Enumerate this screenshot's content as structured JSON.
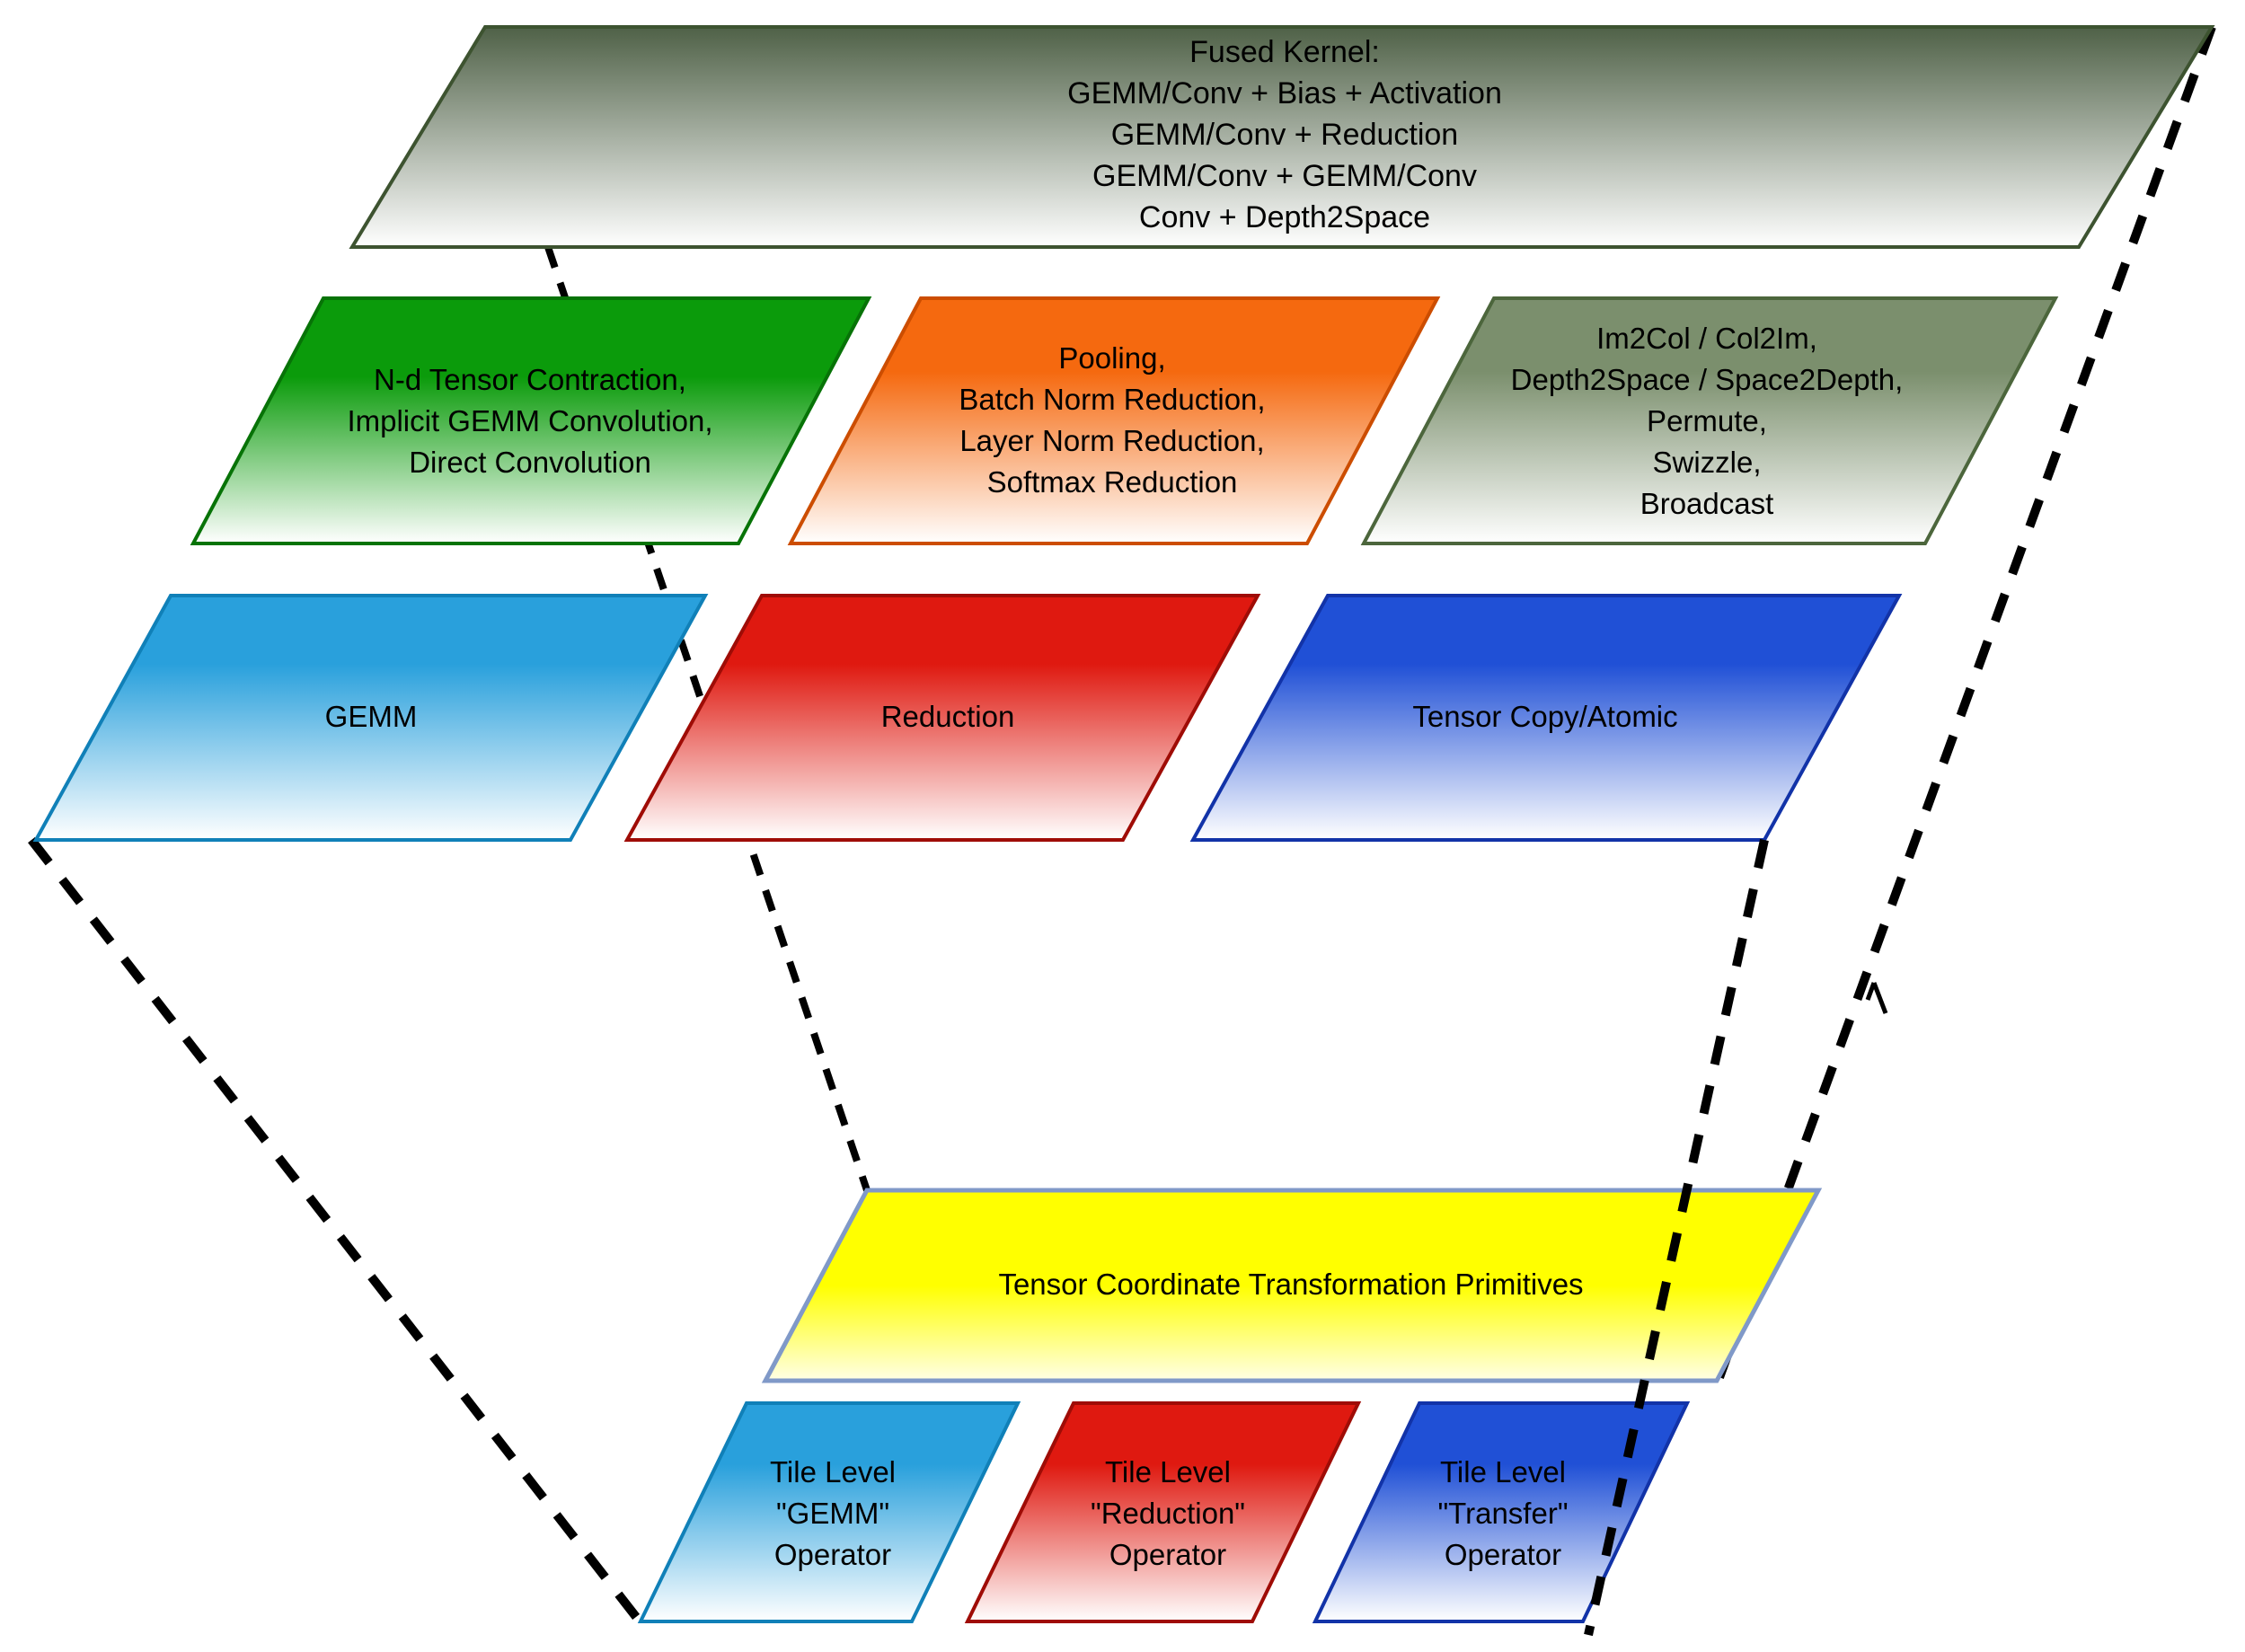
{
  "colors": {
    "fused_top": "#4f6147",
    "fused_border": "#3d5330",
    "green_top": "#0b9b0b",
    "green_border": "#077307",
    "orange_top": "#f5690f",
    "orange_border": "#cc4d00",
    "olive_top": "#7b8f6d",
    "olive_border": "#4c663c",
    "blue_top": "#29a0dc",
    "blue_border": "#1080b8",
    "red_top": "#df1910",
    "red_border": "#9f0c06",
    "royal_top": "#2050d6",
    "royal_border": "#1233a8",
    "yellow_top": "#ffff00",
    "yellow_bottom": "#ffffe6",
    "yellow_border": "#8099c8",
    "white": "#ffffff",
    "dash": "#000000",
    "text": "#000000"
  },
  "boxes": {
    "fused": {
      "lines": [
        "Fused Kernel:",
        "GEMM/Conv + Bias + Activation",
        "GEMM/Conv + Reduction",
        "GEMM/Conv + GEMM/Conv",
        "Conv + Depth2Space"
      ]
    },
    "contraction": {
      "lines": [
        "N-d Tensor Contraction,",
        "Implicit GEMM Convolution,",
        "Direct Convolution"
      ]
    },
    "pooling": {
      "lines": [
        "Pooling,",
        "Batch Norm Reduction,",
        "Layer Norm Reduction,",
        "Softmax Reduction"
      ]
    },
    "layout_ops": {
      "lines": [
        "Im2Col / Col2Im,",
        "Depth2Space / Space2Depth,",
        "Permute,",
        "Swizzle,",
        "Broadcast"
      ]
    },
    "gemm": {
      "label": "GEMM"
    },
    "reduction": {
      "label": "Reduction"
    },
    "tensor_copy": {
      "label": "Tensor Copy/Atomic"
    },
    "coord_transform": {
      "label": "Tensor Coordinate Transformation Primitives"
    },
    "tile_gemm": {
      "lines": [
        "Tile Level",
        "\"GEMM\"",
        "Operator"
      ]
    },
    "tile_reduction": {
      "lines": [
        "Tile Level",
        "\"Reduction\"",
        "Operator"
      ]
    },
    "tile_transfer": {
      "lines": [
        "Tile Level",
        "\"Transfer\"",
        "Operator"
      ]
    }
  }
}
